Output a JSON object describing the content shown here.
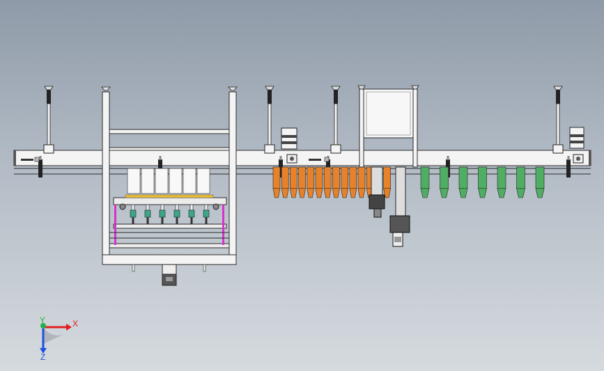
{
  "viewport": {
    "background_top": "#8f9aa8",
    "background_bottom": "#d5dade"
  },
  "colors": {
    "frame_fill": "#f2f2f2",
    "frame_stroke": "#2a2a2a",
    "orange_bottle": "#e8822a",
    "green_bottle": "#4fae63",
    "magenta_rail": "#d633c8",
    "axis_x": "#e02020",
    "axis_y": "#22b14c",
    "axis_z": "#2050e0"
  },
  "triad": {
    "x_label": "X",
    "y_label": "Y",
    "z_label": "Z"
  },
  "machine": {
    "orange_bottle_count": 14,
    "green_bottle_count": 7,
    "white_bottle_count": 6,
    "filling_nozzle_count": 6,
    "support_post_count": 6
  }
}
